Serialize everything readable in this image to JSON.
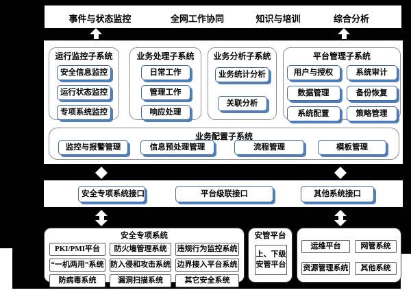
{
  "top_bar": {
    "items": [
      "事件与状态监控",
      "全网工作协同",
      "知识与培训",
      "综合分析"
    ]
  },
  "main_panel": {
    "subsystems": [
      {
        "title": "运行监控子系统",
        "items": [
          "安全信息监控",
          "运行状态监控",
          "专项系统监控"
        ]
      },
      {
        "title": "业务处理子系统",
        "items": [
          "日常工作",
          "管理工作",
          "响应处理"
        ]
      },
      {
        "title": "业务分析子系统",
        "items": [
          "业务统计分析",
          "关联分析"
        ]
      },
      {
        "title": "平台管理子系统",
        "items": [
          "用户与授权",
          "系统审计",
          "数据管理",
          "备份恢复",
          "系统配置",
          "策略管理"
        ]
      }
    ],
    "config": {
      "title": "业务配置子系统",
      "items": [
        "监控与报警管理",
        "信息预处理管理",
        "流程管理",
        "模板管理"
      ]
    }
  },
  "interface_bar": {
    "items": [
      "安全专项系统接口",
      "平台级联接口",
      "其他系统接口"
    ]
  },
  "bottom": {
    "security": {
      "title": "安全专项系统",
      "items": [
        "PKI/PMI平台",
        "防火墙管理系统",
        "违规行为监控系统",
        "“一机两用”系统",
        "防入侵和攻击系统",
        "边界接入平台系统",
        "防病毒系统",
        "漏洞扫描系统",
        "其它安全系统"
      ]
    },
    "platform": {
      "title": "安管平台",
      "item": "上、下级安管平台"
    },
    "other": {
      "items": [
        "运维平台",
        "网管系统",
        "资源管理系统",
        "其他系统"
      ]
    }
  },
  "colors": {
    "backdrop": "#000000",
    "panel_fill": "#ffffff",
    "button_border": "#44679f",
    "button_shadow": "#4f81bd",
    "arrow": "#ffffff"
  }
}
